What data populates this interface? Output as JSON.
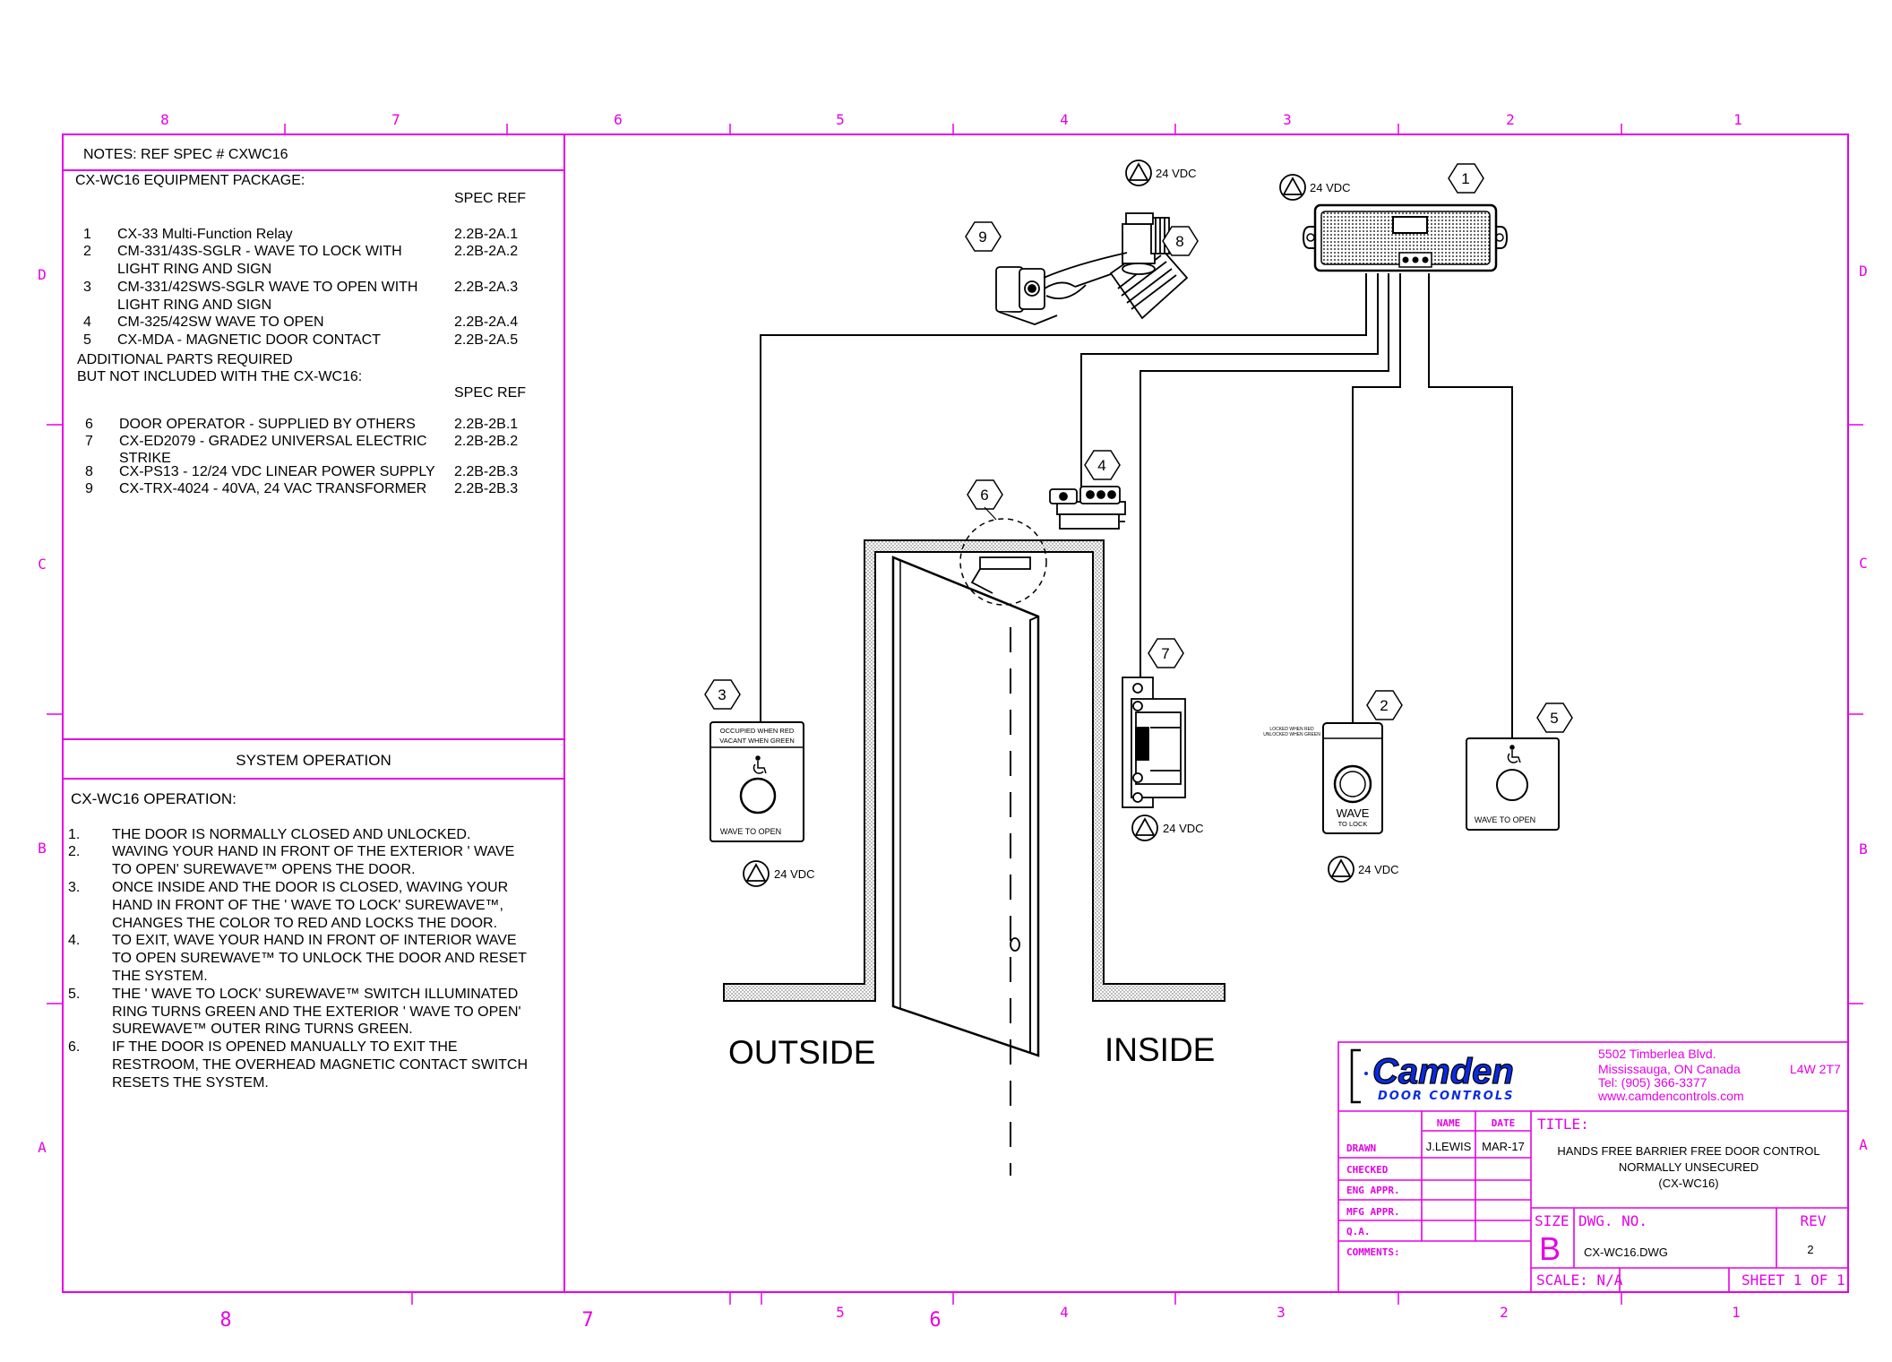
{
  "colors": {
    "frame": "#e600e6",
    "logo": "#0a2ce0",
    "ink": "#000000"
  },
  "border": {
    "top_zones": [
      "8",
      "7",
      "6",
      "5",
      "4",
      "3",
      "2",
      "1"
    ],
    "bottom_zones": [
      "8",
      "7",
      "5",
      "6",
      "4",
      "3",
      "2",
      "1"
    ],
    "left_rows": [
      "D",
      "C",
      "B",
      "A"
    ],
    "right_rows": [
      "D",
      "C",
      "B",
      "A"
    ]
  },
  "notes": {
    "title": "NOTES:  REF SPEC # CXWC16",
    "package_heading": "CX-WC16 EQUIPMENT PACKAGE:",
    "spec_ref_label": "SPEC REF",
    "package_items": [
      {
        "num": "1",
        "lines": [
          "CX-33 Multi-Function Relay"
        ],
        "ref": "2.2B-2A.1"
      },
      {
        "num": "2",
        "lines": [
          "CM-331/43S-SGLR - WAVE TO LOCK WITH",
          "LIGHT RING AND SIGN"
        ],
        "ref": "2.2B-2A.2"
      },
      {
        "num": "3",
        "lines": [
          "CM-331/42SWS-SGLR WAVE TO OPEN WITH",
          "LIGHT RING AND SIGN"
        ],
        "ref": "2.2B-2A.3"
      },
      {
        "num": "4",
        "lines": [
          "CM-325/42SW WAVE TO OPEN"
        ],
        "ref": "2.2B-2A.4"
      },
      {
        "num": "5",
        "lines": [
          "CX-MDA - MAGNETIC DOOR CONTACT"
        ],
        "ref": "2.2B-2A.5"
      }
    ],
    "additional_heading": [
      "ADDITIONAL PARTS REQUIRED",
      "BUT NOT INCLUDED WITH THE CX-WC16:"
    ],
    "spec_ref_label_2": "SPEC REF",
    "additional_items": [
      {
        "num": "6",
        "lines": [
          "DOOR OPERATOR - SUPPLIED BY OTHERS"
        ],
        "ref": "2.2B-2B.1"
      },
      {
        "num": "7",
        "lines": [
          "CX-ED2079 - GRADE2 UNIVERSAL ELECTRIC",
          "STRIKE"
        ],
        "ref": "2.2B-2B.2"
      },
      {
        "num": "8",
        "lines": [
          "CX-PS13 - 12/24 VDC LINEAR POWER SUPPLY"
        ],
        "ref": "2.2B-2B.3"
      },
      {
        "num": "9",
        "lines": [
          "CX-TRX-4024 - 40VA, 24 VAC TRANSFORMER"
        ],
        "ref": "2.2B-2B.3"
      }
    ]
  },
  "operation": {
    "header": "SYSTEM OPERATION",
    "subheading": "CX-WC16 OPERATION:",
    "steps": [
      {
        "num": "1.",
        "lines": [
          "THE DOOR IS NORMALLY CLOSED AND UNLOCKED."
        ]
      },
      {
        "num": "2.",
        "lines": [
          "WAVING YOUR HAND IN FRONT OF THE EXTERIOR ' WAVE",
          "TO OPEN' SUREWAVE™ OPENS THE DOOR."
        ]
      },
      {
        "num": "3.",
        "lines": [
          "ONCE INSIDE AND THE DOOR IS CLOSED, WAVING YOUR",
          "HAND IN FRONT OF THE ' WAVE TO LOCK' SUREWAVE™,",
          "CHANGES THE COLOR TO RED AND LOCKS THE DOOR."
        ]
      },
      {
        "num": "4.",
        "lines": [
          "TO EXIT, WAVE YOUR HAND IN FRONT OF INTERIOR WAVE",
          "TO OPEN SUREWAVE™ TO UNLOCK THE DOOR AND RESET",
          "THE SYSTEM."
        ]
      },
      {
        "num": "5.",
        "lines": [
          "THE ' WAVE TO LOCK' SUREWAVE™ SWITCH ILLUMINATED",
          "RING TURNS GREEN AND THE EXTERIOR ' WAVE TO OPEN'",
          "SUREWAVE™ OUTER RING TURNS GREEN."
        ]
      },
      {
        "num": "6.",
        "lines": [
          "IF THE DOOR IS OPENED MANUALLY TO EXIT THE",
          "RESTROOM, THE OVERHEAD MAGNETIC CONTACT SWITCH",
          "RESETS THE SYSTEM."
        ]
      }
    ]
  },
  "diagram": {
    "labels": {
      "outside": "OUTSIDE",
      "inside": "INSIDE"
    },
    "voltage_label": "24 VDC",
    "callouts": [
      "1",
      "2",
      "3",
      "4",
      "5",
      "6",
      "7",
      "8",
      "9"
    ],
    "device3": {
      "sign_line1": "OCCUPIED WHEN RED",
      "sign_line2": "VACANT WHEN GREEN",
      "caption": "WAVE TO OPEN"
    },
    "device2": {
      "sign_line1": "LOCKED WHEN RED",
      "sign_line2": "UNLOCKED WHEN GREEN",
      "caption": "WAVE",
      "caption2": "TO LOCK"
    },
    "device5": {
      "caption": "WAVE TO OPEN"
    }
  },
  "title_block": {
    "company": "Camden",
    "company_sub": "DOOR CONTROLS",
    "address": [
      "5502 Timberlea Blvd.",
      "Mississauga, ON  Canada",
      "Tel: (905) 366-3377",
      "www.camdencontrols.com"
    ],
    "postal": "L4W 2T7",
    "col_name": "NAME",
    "col_date": "DATE",
    "rows": [
      "DRAWN",
      "CHECKED",
      "ENG APPR.",
      "MFG APPR.",
      "Q.A.",
      "COMMENTS:"
    ],
    "drawn_name": "J.LEWIS",
    "drawn_date": "MAR-17",
    "title_label": "TITLE:",
    "title_lines": [
      "HANDS FREE BARRIER FREE DOOR CONTROL",
      "NORMALLY UNSECURED",
      "(CX-WC16)"
    ],
    "size_label": "SIZE",
    "size_value": "B",
    "dwg_label": "DWG.  NO.",
    "dwg_value": "CX-WC16.DWG",
    "rev_label": "REV",
    "rev_value": "2",
    "scale": "SCALE:  N/A",
    "sheet": "SHEET  1  OF  1"
  }
}
